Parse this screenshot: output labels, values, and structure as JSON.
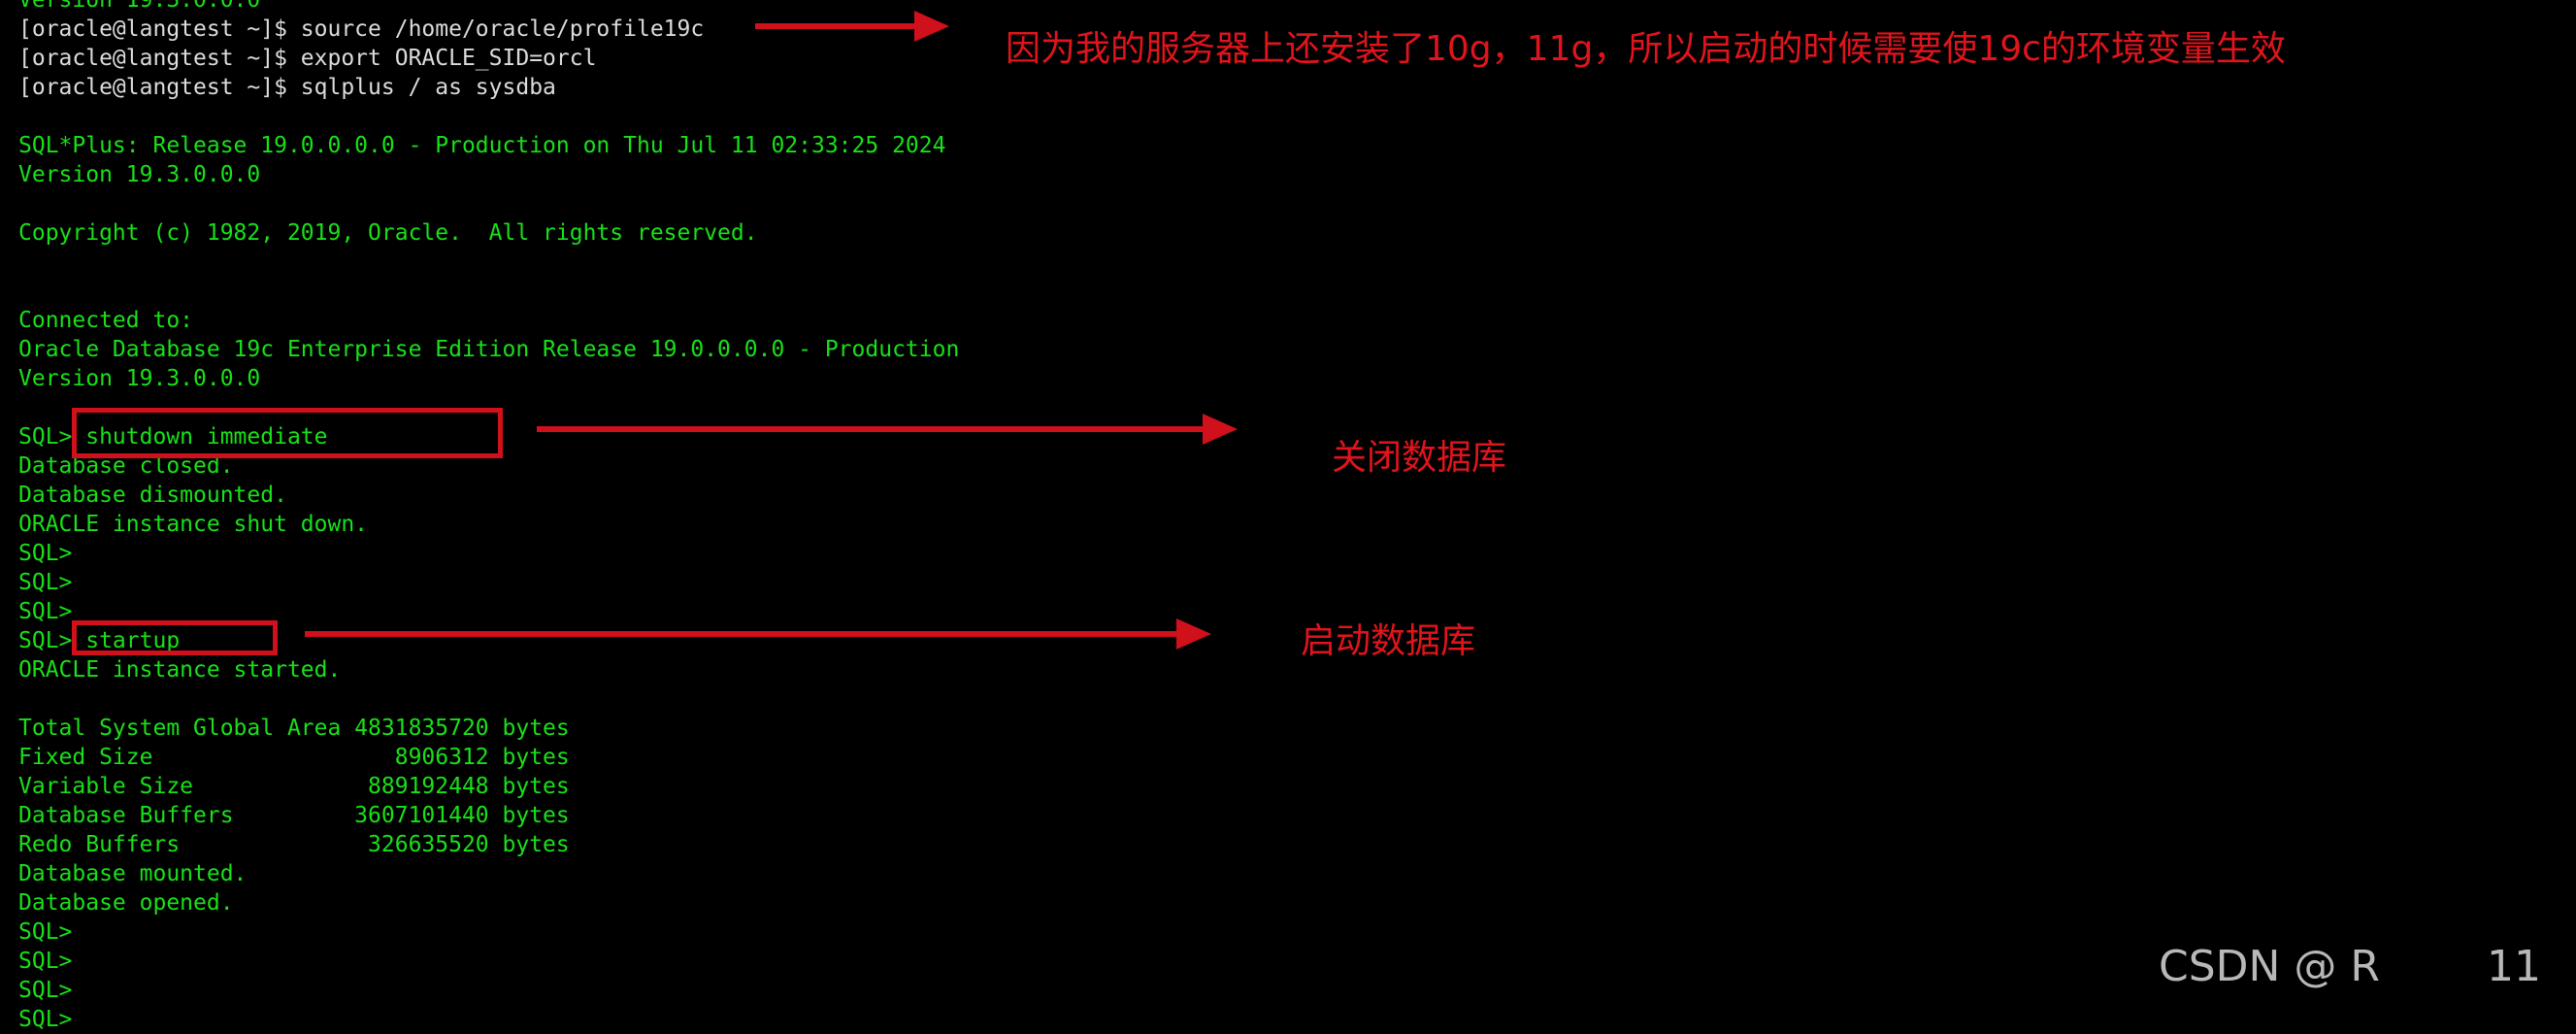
{
  "terminal": {
    "lines": [
      {
        "text": "Version 19.3.0.0.0",
        "color": "green"
      },
      {
        "text": "[oracle@langtest ~]$ source /home/oracle/profile19c",
        "color": "white"
      },
      {
        "text": "[oracle@langtest ~]$ export ORACLE_SID=orcl",
        "color": "white"
      },
      {
        "text": "[oracle@langtest ~]$ sqlplus / as sysdba",
        "color": "white"
      },
      {
        "text": "",
        "color": "green"
      },
      {
        "text": "SQL*Plus: Release 19.0.0.0.0 - Production on Thu Jul 11 02:33:25 2024",
        "color": "green"
      },
      {
        "text": "Version 19.3.0.0.0",
        "color": "green"
      },
      {
        "text": "",
        "color": "green"
      },
      {
        "text": "Copyright (c) 1982, 2019, Oracle.  All rights reserved.",
        "color": "green"
      },
      {
        "text": "",
        "color": "green"
      },
      {
        "text": "",
        "color": "green"
      },
      {
        "text": "Connected to:",
        "color": "green"
      },
      {
        "text": "Oracle Database 19c Enterprise Edition Release 19.0.0.0.0 - Production",
        "color": "green"
      },
      {
        "text": "Version 19.3.0.0.0",
        "color": "green"
      },
      {
        "text": "",
        "color": "green"
      },
      {
        "text": "SQL> shutdown immediate",
        "color": "green"
      },
      {
        "text": "Database closed.",
        "color": "green"
      },
      {
        "text": "Database dismounted.",
        "color": "green"
      },
      {
        "text": "ORACLE instance shut down.",
        "color": "green"
      },
      {
        "text": "SQL>",
        "color": "green"
      },
      {
        "text": "SQL>",
        "color": "green"
      },
      {
        "text": "SQL>",
        "color": "green"
      },
      {
        "text": "SQL> startup",
        "color": "green"
      },
      {
        "text": "ORACLE instance started.",
        "color": "green"
      },
      {
        "text": "",
        "color": "green"
      },
      {
        "text": "Total System Global Area 4831835720 bytes",
        "color": "green"
      },
      {
        "text": "Fixed Size                  8906312 bytes",
        "color": "green"
      },
      {
        "text": "Variable Size             889192448 bytes",
        "color": "green"
      },
      {
        "text": "Database Buffers         3607101440 bytes",
        "color": "green"
      },
      {
        "text": "Redo Buffers              326635520 bytes",
        "color": "green"
      },
      {
        "text": "Database mounted.",
        "color": "green"
      },
      {
        "text": "Database opened.",
        "color": "green"
      },
      {
        "text": "SQL>",
        "color": "green"
      },
      {
        "text": "SQL>",
        "color": "green"
      },
      {
        "text": "SQL>",
        "color": "green"
      },
      {
        "text": "SQL>",
        "color": "green"
      }
    ]
  },
  "annotations": {
    "env_note": "因为我的服务器上还安装了10g，11g，所以启动的时候需要使19c的环境变量生效",
    "shutdown_note": "关闭数据库",
    "startup_note": "启动数据库"
  },
  "watermark": {
    "text": "CSDN @ R",
    "number": "11"
  },
  "colors": {
    "background": "#000000",
    "terminal_green": "#19e019",
    "terminal_white": "#dcdcdc",
    "annotation_red": "#d0101a"
  }
}
